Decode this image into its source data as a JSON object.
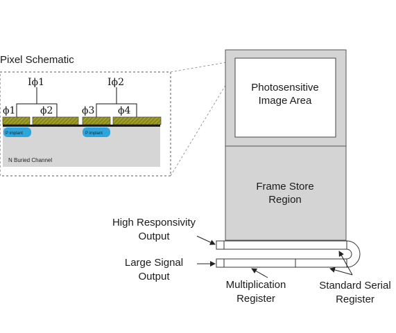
{
  "pixel_schematic": {
    "title": "Pixel Schematic",
    "clock_labels": [
      "Iϕ1",
      "Iϕ2"
    ],
    "phase_labels": [
      "ϕ1",
      "ϕ2",
      "ϕ3",
      "ϕ4"
    ],
    "implant_label": "P implant",
    "channel_label": "N Buried Channel"
  },
  "sensor": {
    "image_area_line1": "Photosensitive",
    "image_area_line2": "Image Area",
    "frame_store_line1": "Frame Store",
    "frame_store_line2": "Region"
  },
  "outputs": {
    "high_resp_line1": "High Responsivity",
    "high_resp_line2": "Output",
    "large_signal_line1": "Large Signal",
    "large_signal_line2": "Output"
  },
  "registers": {
    "multiplication_line1": "Multiplication",
    "multiplication_line2": "Register",
    "standard_line1": "Standard Serial",
    "standard_line2": "Register"
  },
  "colors": {
    "gate": "#8b8b1c",
    "implant": "#2ea6dc",
    "substrate": "#d6d6d6",
    "sensor_fill": "#d4d4d4"
  }
}
